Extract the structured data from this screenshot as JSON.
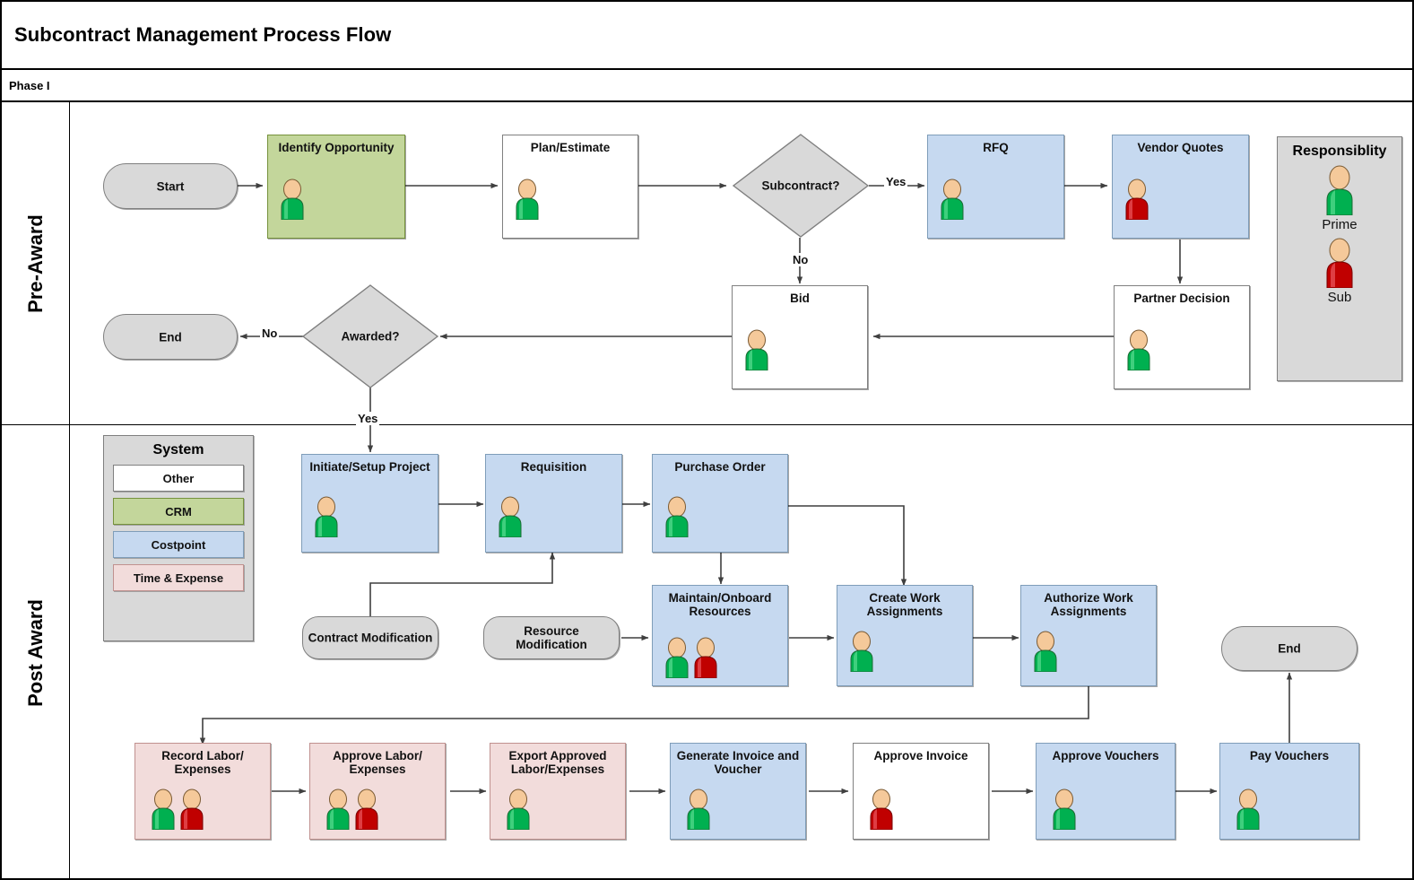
{
  "header": {
    "title": "Subcontract Management Process Flow",
    "phase": "Phase I"
  },
  "lanes": [
    {
      "id": "pre",
      "label": "Pre-Award"
    },
    {
      "id": "post",
      "label": "Post Award"
    }
  ],
  "legends": {
    "responsibility": {
      "title": "Responsiblity",
      "items": [
        {
          "icon": "person-icon-prime",
          "label": "Prime",
          "color": "#00b050"
        },
        {
          "icon": "person-icon-sub",
          "label": "Sub",
          "color": "#c00000"
        }
      ]
    },
    "system": {
      "title": "System",
      "items": [
        {
          "label": "Other",
          "color": "#ffffff"
        },
        {
          "label": "CRM",
          "color": "#c3d69b"
        },
        {
          "label": "Costpoint",
          "color": "#c6d9f0"
        },
        {
          "label": "Time & Expense",
          "color": "#f2dcdb"
        }
      ]
    }
  },
  "nodes": {
    "start_pre": {
      "label": "Start",
      "shape": "terminator",
      "system": "Other",
      "actors": []
    },
    "identify": {
      "label": "Identify Opportunity",
      "shape": "process",
      "system": "CRM",
      "actors": [
        "Prime"
      ]
    },
    "plan_estimate": {
      "label": "Plan/Estimate",
      "shape": "process",
      "system": "Other",
      "actors": [
        "Prime"
      ]
    },
    "subcontract_q": {
      "label": "Subcontract?",
      "shape": "decision",
      "system": "Other",
      "actors": []
    },
    "rfq": {
      "label": "RFQ",
      "shape": "process",
      "system": "Costpoint",
      "actors": [
        "Prime"
      ]
    },
    "vendor_quotes": {
      "label": "Vendor Quotes",
      "shape": "process",
      "system": "Costpoint",
      "actors": [
        "Sub"
      ]
    },
    "partner_decision": {
      "label": "Partner Decision",
      "shape": "process",
      "system": "Other",
      "actors": [
        "Prime"
      ]
    },
    "bid": {
      "label": "Bid",
      "shape": "process",
      "system": "Other",
      "actors": [
        "Prime"
      ]
    },
    "awarded_q": {
      "label": "Awarded?",
      "shape": "decision",
      "system": "Other",
      "actors": []
    },
    "end_pre": {
      "label": "End",
      "shape": "terminator",
      "system": "Other",
      "actors": []
    },
    "initiate": {
      "label": "Initiate/Setup Project",
      "shape": "process",
      "system": "Costpoint",
      "actors": [
        "Prime"
      ]
    },
    "requisition": {
      "label": "Requisition",
      "shape": "process",
      "system": "Costpoint",
      "actors": [
        "Prime"
      ]
    },
    "purchase_order": {
      "label": "Purchase Order",
      "shape": "process",
      "system": "Costpoint",
      "actors": [
        "Prime"
      ]
    },
    "contract_mod": {
      "label": "Contract Modification",
      "shape": "rounded",
      "system": "Other",
      "actors": []
    },
    "resource_mod": {
      "label": "Resource Modification",
      "shape": "rounded",
      "system": "Other",
      "actors": []
    },
    "maintain": {
      "label": "Maintain/Onboard Resources",
      "shape": "process",
      "system": "Costpoint",
      "actors": [
        "Prime",
        "Sub"
      ]
    },
    "create_work": {
      "label": "Create Work Assignments",
      "shape": "process",
      "system": "Costpoint",
      "actors": [
        "Prime"
      ]
    },
    "authorize_work": {
      "label": "Authorize Work Assignments",
      "shape": "process",
      "system": "Costpoint",
      "actors": [
        "Prime"
      ]
    },
    "end_post": {
      "label": "End",
      "shape": "terminator",
      "system": "Other",
      "actors": []
    },
    "record_labor": {
      "label": "Record Labor/ Expenses",
      "shape": "process",
      "system": "Time & Expense",
      "actors": [
        "Prime",
        "Sub"
      ]
    },
    "approve_labor": {
      "label": "Approve Labor/ Expenses",
      "shape": "process",
      "system": "Time & Expense",
      "actors": [
        "Prime",
        "Sub"
      ]
    },
    "export_labor": {
      "label": "Export Approved Labor/Expenses",
      "shape": "process",
      "system": "Time & Expense",
      "actors": [
        "Prime"
      ]
    },
    "gen_invoice": {
      "label": "Generate Invoice and Voucher",
      "shape": "process",
      "system": "Costpoint",
      "actors": [
        "Prime"
      ]
    },
    "approve_invoice": {
      "label": "Approve Invoice",
      "shape": "process",
      "system": "Other",
      "actors": [
        "Sub"
      ]
    },
    "approve_vouchers": {
      "label": "Approve Vouchers",
      "shape": "process",
      "system": "Costpoint",
      "actors": [
        "Prime"
      ]
    },
    "pay_vouchers": {
      "label": "Pay Vouchers",
      "shape": "process",
      "system": "Costpoint",
      "actors": [
        "Prime"
      ]
    }
  },
  "edge_labels": {
    "subcontract_yes": "Yes",
    "subcontract_no": "No",
    "awarded_no": "No",
    "awarded_yes": "Yes"
  },
  "colors": {
    "crm": "#c3d69b",
    "costpoint": "#c6d9f0",
    "time_expense": "#f2dcdb",
    "other": "#ffffff",
    "terminator": "#d9d9d9",
    "prime": "#00b050",
    "sub": "#c00000",
    "edge": "#3f3f3f"
  }
}
